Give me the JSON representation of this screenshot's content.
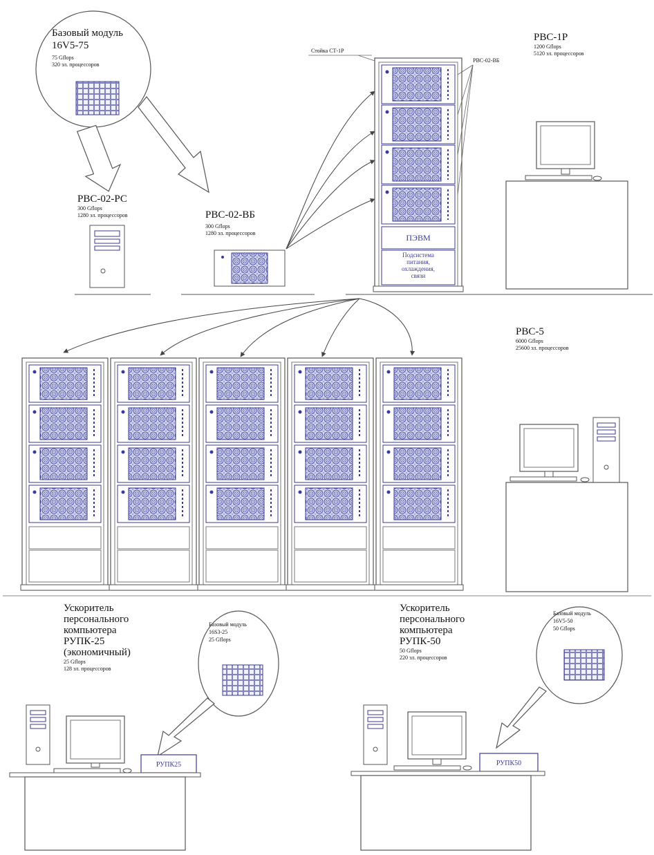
{
  "colors": {
    "blue": "#3a3a9a",
    "blue_fill": "#c5cbe9",
    "line": "#555555"
  },
  "base_module_top": {
    "title_line1": "Базовый модуль",
    "title_line2": "16V5-75",
    "spec1": "75 Gflops",
    "spec2": "320 эл. процессоров"
  },
  "rvs02rs": {
    "name": "РВС-02-РС",
    "spec1": "300 Gflops",
    "spec2": "1280 эл. процессоров"
  },
  "rvs02vb": {
    "name": "РВС-02-ВБ",
    "spec1": "300 Gflops",
    "spec2": "1280 эл. процессоров"
  },
  "rack": {
    "label": "Стойка СТ-1Р",
    "unit_label": "РВС-02-ВБ",
    "pevm_label": "ПЭВМ",
    "subsystem_line1": "Подсистема",
    "subsystem_line2": "питания,",
    "subsystem_line3": "охлаждения,",
    "subsystem_line4": "связи"
  },
  "rvs1r": {
    "name": "РВС-1Р",
    "spec1": "1200 Gflops",
    "spec2": "5120 эл. процессоров"
  },
  "rvs5": {
    "name": "РВС-5",
    "spec1": "6000 Gflops",
    "spec2": "25600 эл. процессоров"
  },
  "rupk25": {
    "title_line1": "Ускоритель",
    "title_line2": "персонального",
    "title_line3": "компьютера",
    "title_line4": "РУПК-25",
    "title_line5": "(экономичный)",
    "spec1": "25 Gflops",
    "spec2": "128 эл. процессоров",
    "bubble_line1": "Базовый модуль",
    "bubble_line2": "16S3-25",
    "bubble_line3": "25 Gflops",
    "device_label": "РУПК25"
  },
  "rupk50": {
    "title_line1": "Ускоритель",
    "title_line2": "персонального",
    "title_line3": "компьютера",
    "title_line4": "РУПК-50",
    "spec1": "50 Gflops",
    "spec2": "220 эл. процессоров",
    "bubble_line1": "Базовый модуль",
    "bubble_line2": "16V5-50",
    "bubble_line3": "50 Gflops",
    "device_label": "РУПК50"
  }
}
